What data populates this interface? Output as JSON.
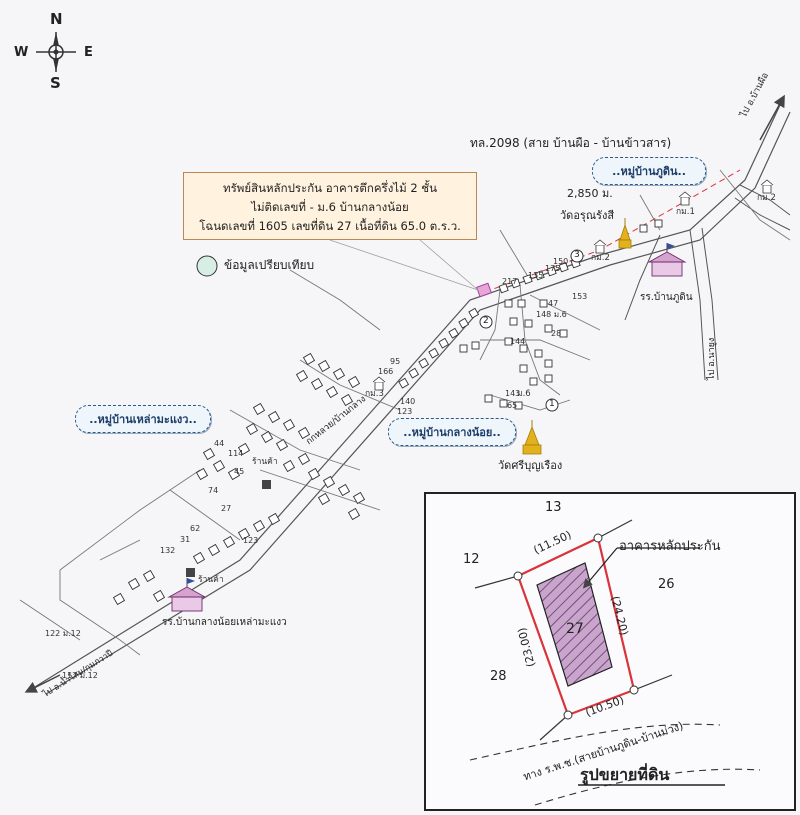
{
  "compass": {
    "n": "N",
    "s": "S",
    "e": "E",
    "w": "W"
  },
  "callout": {
    "line1": "ทรัพย์สินหลักประกัน อาคารตึกครึ่งไม้ 2 ชั้น",
    "line2": "ไม่ติดเลขที่ - ม.6 บ้านกลางน้อย",
    "line3": "โฉนดเลขที่ 1605 เลขที่ดิน 27 เนื้อที่ดิน 65.0 ต.ร.ว."
  },
  "comparison": "ข้อมูลเปรียบเทียบ",
  "road_main": "ทล.2098 (สาย บ้านผือ - บ้านข้าวสาร)",
  "dir_ne": "ไป อ.บ้านผือ",
  "dir_se": "ไป อ.นายูง",
  "dir_sw": "ไป อ.น้ำโสม/กุมภวาปี",
  "road_village": "กกหลวย/บ้านกลาง",
  "distance": "2,850 ม.",
  "temple1": "วัดอรุณรังสี",
  "temple2": "วัดศรีบุญเรือง",
  "village_phudin": "..หมู่บ้านภูดิน..",
  "village_klang": "..หมู่บ้านกลางน้อย..",
  "village_lao": "..หมู่บ้านเหล่ามะแงว..",
  "school_phudin": "รร.บ้านภูดิน",
  "school_lao": "รร.บ้านกลางน้อยเหล่ามะแงว",
  "shop1": "ร้านค้า",
  "shop2": "ร้านค้า",
  "km1": "กม.1",
  "km2a": "กม.2",
  "km2b": "กม.2",
  "km3": "กม.3",
  "km6": "ม.6",
  "circles": [
    "1",
    "2",
    "3"
  ],
  "house_numbers": {
    "n150": "150",
    "n217": "217",
    "n135": "135",
    "n175": "175",
    "n153": "153",
    "n47": "47",
    "n148": "148 ม.6",
    "n28": "28",
    "n144": "144",
    "n95": "95",
    "n166": "166",
    "n140": "140",
    "n123a": "123",
    "n143": "143",
    "n65": "65",
    "n44": "44",
    "n114": "114",
    "n45": "45",
    "n74": "74",
    "n27": "27",
    "n62": "62",
    "n31": "31",
    "n132": "132",
    "n123b": "123",
    "n122": "122 ม.12",
    "n117": "117 ม.12"
  },
  "inset": {
    "title": "รูปขยายที่ดิน",
    "building": "อาคารหลักประกัน",
    "parcel": "27",
    "north": "13",
    "west": "12",
    "east": "26",
    "south": "28",
    "dim_top": "(11.50)",
    "dim_right": "(24.20)",
    "dim_left": "(23.00)",
    "dim_bottom": "(10.50)",
    "road": "ทาง ร.พ.ช.(สายบ้านภูดิน-บ้านม่วง)"
  },
  "colors": {
    "parcel": "#d8343a",
    "building_fill": "#c8a6cc",
    "callout_bg": "#fff2de",
    "bubble_text": "#1c3d68",
    "temple": "#e2b21c"
  }
}
